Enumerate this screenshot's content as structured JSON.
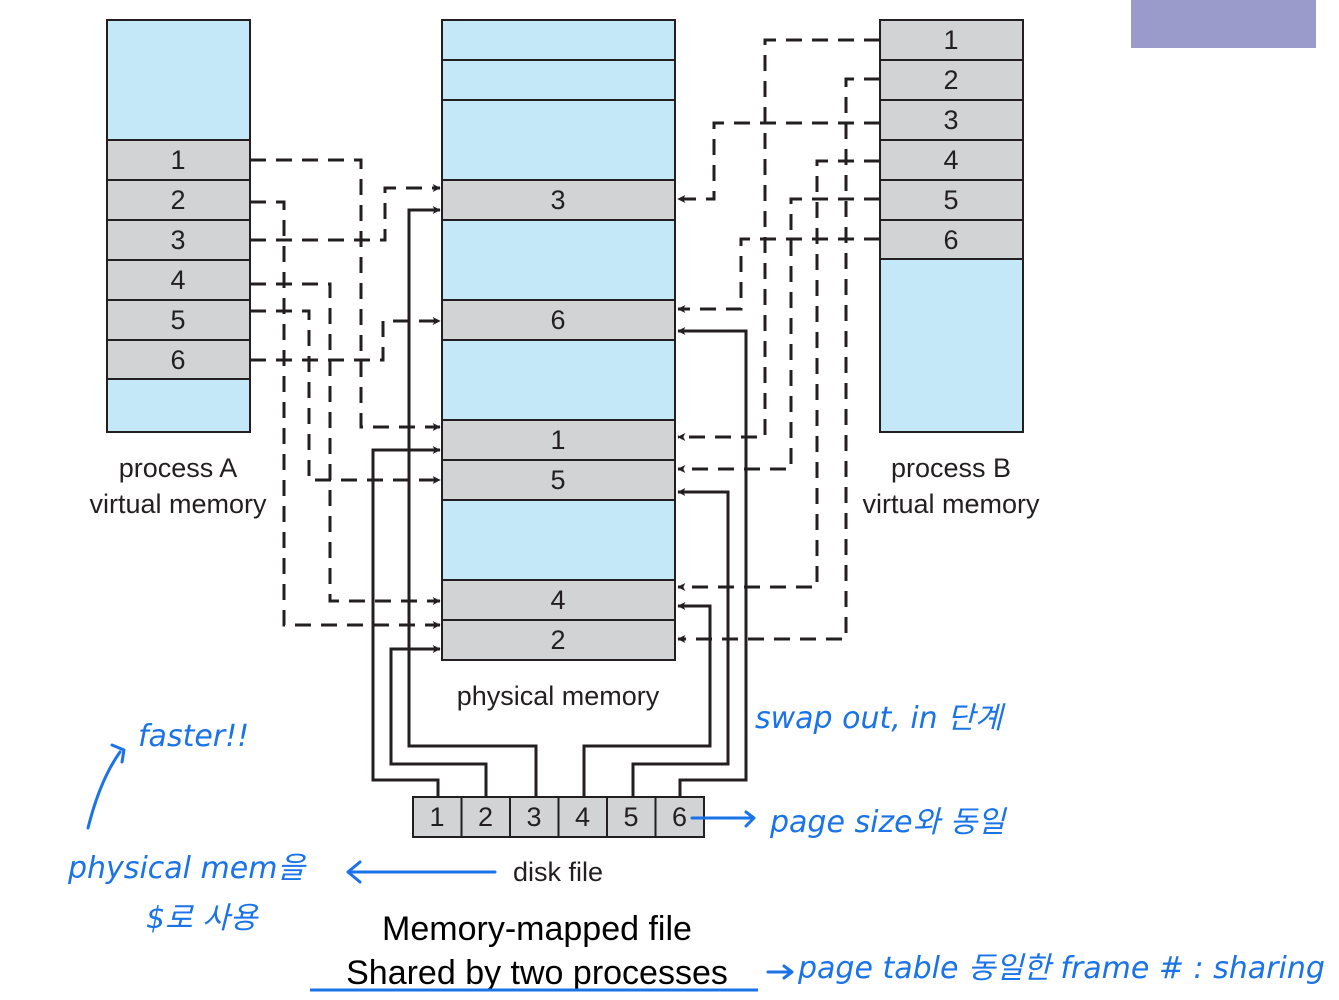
{
  "colors": {
    "free_frame": "#c5e8f8",
    "used_frame": "#d2d3d5",
    "line": "#231f20",
    "annotation": "#1a73e8",
    "corner_box": "#9a9acb"
  },
  "process_a": {
    "label_line1": "process A",
    "label_line2": "virtual memory",
    "pages": [
      "1",
      "2",
      "3",
      "4",
      "5",
      "6"
    ]
  },
  "process_b": {
    "label_line1": "process B",
    "label_line2": "virtual memory",
    "pages": [
      "1",
      "2",
      "3",
      "4",
      "5",
      "6"
    ]
  },
  "physical_memory": {
    "label": "physical memory",
    "frames": [
      "",
      "",
      "",
      "3",
      "",
      "6",
      "",
      "1",
      "5",
      "",
      "4",
      "2"
    ]
  },
  "disk_file": {
    "label": "disk file",
    "blocks": [
      "1",
      "2",
      "3",
      "4",
      "5",
      "6"
    ]
  },
  "title": {
    "line1": "Memory-mapped file",
    "line2": "Shared by two processes"
  },
  "annotations": {
    "faster": "faster!!",
    "physical_mem": "physical mem을",
    "cache_use": "$로 사용",
    "swap": "swap out, in 단계",
    "page_size": "page size와 동일",
    "page_table": "page table 동일한 frame # : sharing"
  }
}
